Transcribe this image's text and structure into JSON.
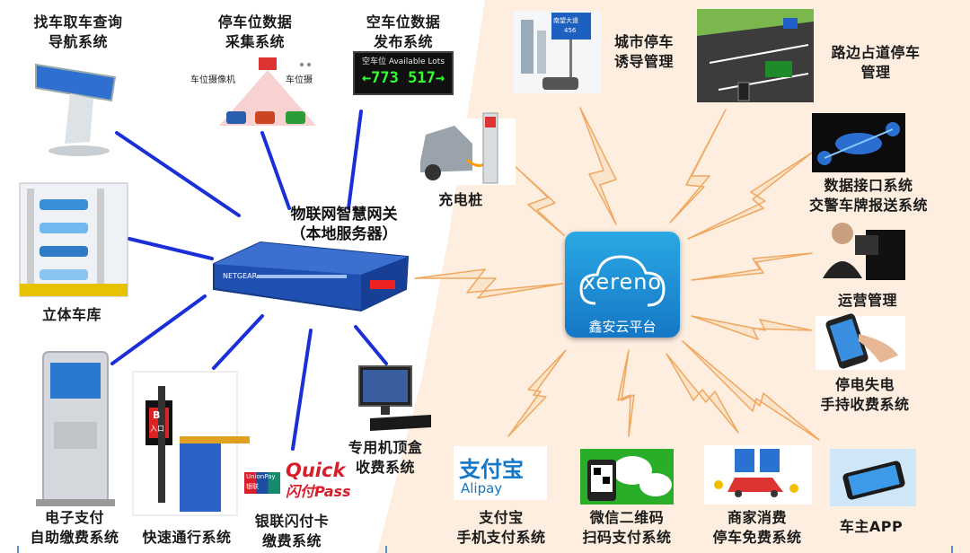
{
  "center": {
    "brand": "xereno",
    "name": "鑫安云平台"
  },
  "gateway": {
    "line1": "物联网智慧网关",
    "line2": "（本地服务器）"
  },
  "nodes": {
    "find_car": [
      "找车取车查询",
      "导航系统"
    ],
    "data_collect": [
      "停车位数据",
      "采集系统"
    ],
    "space_publish": [
      "空车位数据",
      "发布系统"
    ],
    "charging": [
      "充电桩"
    ],
    "stereo_garage": [
      "立体车库"
    ],
    "self_pay": [
      "电子支付",
      "自助缴费系统"
    ],
    "fast_pass": [
      "快速通行系统"
    ],
    "unionpay": [
      "银联闪付卡",
      "缴费系统"
    ],
    "set_top": [
      "专用机顶盒",
      "收费系统"
    ],
    "city_guide": [
      "城市停车",
      "诱导管理"
    ],
    "roadside": [
      "路边占道停车",
      "管理"
    ],
    "data_interface": [
      "数据接口系统",
      "交警车牌报送系统"
    ],
    "operations": [
      "运营管理"
    ],
    "handheld": [
      "停电失电",
      "手持收费系统"
    ],
    "alipay": [
      "支付宝",
      "手机支付系统"
    ],
    "wechat": [
      "微信二维码",
      "扫码支付系统"
    ],
    "merchant": [
      "商家消费",
      "停车免费系统"
    ],
    "owner_app": [
      "车主APP"
    ]
  },
  "image_text": {
    "camera_left": "车位摄像机",
    "camera_right": "车位摄",
    "sign_header": "空车位 Available Lots",
    "sign_value": "←773 517→",
    "alipay_cn": "支付宝",
    "alipay_en": "Alipay",
    "unionpay_en": "UnionPay",
    "unionpay_cn": "银联",
    "quick": "Quick",
    "quickpass": "闪付Pass",
    "city_sign_cn": "南望大道",
    "city_sign_num": "456",
    "barrier_a": "B",
    "barrier_b": "入口"
  },
  "colors": {
    "link_blue": "#1a2fd8",
    "bolt_fill": "#fbe4cc",
    "bolt_stroke": "#f0a860",
    "right_panel": "#fdeedf",
    "cloud_blue": "#1a8fd6"
  }
}
